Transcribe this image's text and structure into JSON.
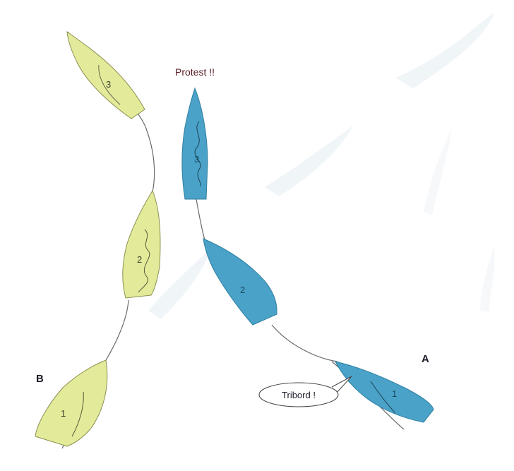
{
  "colors": {
    "boat_b_fill": "#e3ea9a",
    "boat_b_stroke": "#8c9150",
    "boat_a_fill": "#4aa2c8",
    "boat_a_stroke": "#2e7fa0",
    "ghost_fill": "#dde7f0",
    "track": "#6a6a6a",
    "protest_text": "#5a1a24",
    "label_text": "#1a1a2a"
  },
  "labels": {
    "protest": "Protest !!",
    "tribord": "Tribord !",
    "boat_a": "A",
    "boat_b": "B"
  },
  "boats": {
    "b": [
      "3",
      "2",
      "1"
    ],
    "a": [
      "3",
      "2",
      "1"
    ]
  }
}
